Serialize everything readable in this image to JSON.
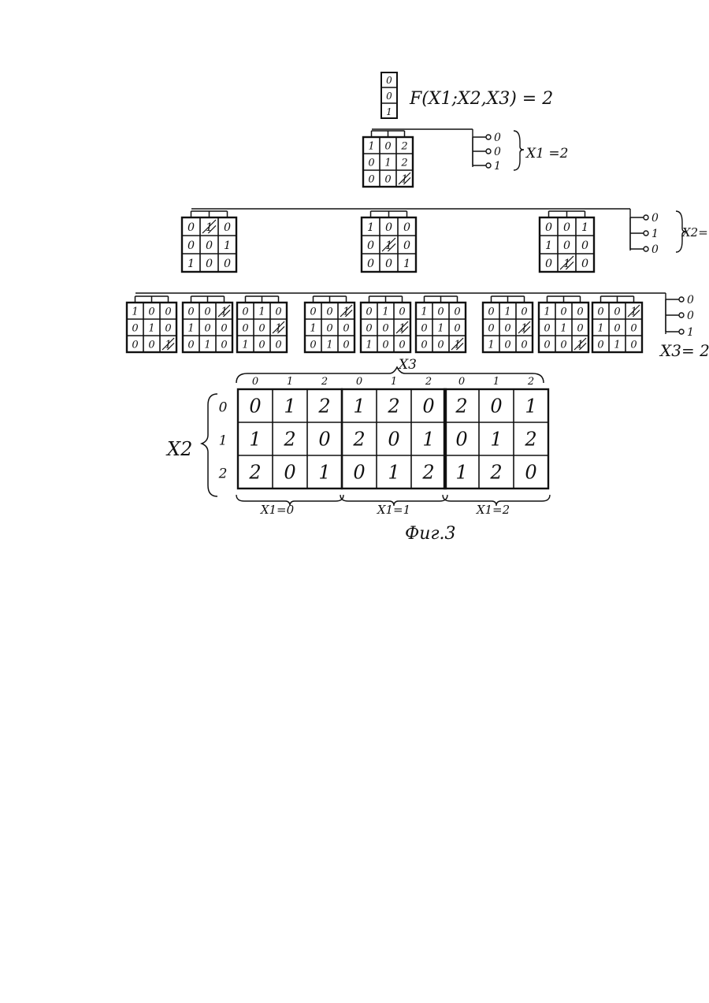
{
  "root": {
    "column": [
      "0",
      "0",
      "1"
    ],
    "formula": "F(X1;X2,X3) = 2"
  },
  "level1": {
    "matrix": [
      [
        "1",
        "0",
        "2"
      ],
      [
        "0",
        "1",
        "2"
      ],
      [
        "0",
        "0",
        "1"
      ]
    ],
    "outputs": [
      "0",
      "0",
      "1"
    ],
    "label": "X1 =2"
  },
  "level2": {
    "matrices": [
      [
        [
          "0",
          "1",
          "0"
        ],
        [
          "0",
          "0",
          "1"
        ],
        [
          "1",
          "0",
          "0"
        ]
      ],
      [
        [
          "1",
          "0",
          "0"
        ],
        [
          "0",
          "1",
          "0"
        ],
        [
          "0",
          "0",
          "1"
        ]
      ],
      [
        [
          "0",
          "0",
          "1"
        ],
        [
          "1",
          "0",
          "0"
        ],
        [
          "0",
          "1",
          "0"
        ]
      ]
    ],
    "outputs": [
      "0",
      "1",
      "0"
    ],
    "label": "X2="
  },
  "level3": {
    "matrices": [
      [
        [
          "1",
          "0",
          "0"
        ],
        [
          "0",
          "1",
          "0"
        ],
        [
          "0",
          "0",
          "1"
        ]
      ],
      [
        [
          "0",
          "0",
          "1"
        ],
        [
          "1",
          "0",
          "0"
        ],
        [
          "0",
          "1",
          "0"
        ]
      ],
      [
        [
          "0",
          "1",
          "0"
        ],
        [
          "0",
          "0",
          "1"
        ],
        [
          "1",
          "0",
          "0"
        ]
      ],
      [
        [
          "0",
          "0",
          "1"
        ],
        [
          "1",
          "0",
          "0"
        ],
        [
          "0",
          "1",
          "0"
        ]
      ],
      [
        [
          "0",
          "1",
          "0"
        ],
        [
          "0",
          "0",
          "1"
        ],
        [
          "1",
          "0",
          "0"
        ]
      ],
      [
        [
          "1",
          "0",
          "0"
        ],
        [
          "0",
          "1",
          "0"
        ],
        [
          "0",
          "0",
          "1"
        ]
      ],
      [
        [
          "0",
          "1",
          "0"
        ],
        [
          "0",
          "0",
          "1"
        ],
        [
          "1",
          "0",
          "0"
        ]
      ],
      [
        [
          "1",
          "0",
          "0"
        ],
        [
          "0",
          "1",
          "0"
        ],
        [
          "0",
          "0",
          "1"
        ]
      ],
      [
        [
          "0",
          "0",
          "1"
        ],
        [
          "1",
          "0",
          "0"
        ],
        [
          "0",
          "1",
          "0"
        ]
      ]
    ],
    "outputs": [
      "0",
      "0",
      "1"
    ],
    "label": "X3= 2"
  },
  "table": {
    "x3_label": "X3",
    "x2_label": "X2",
    "x3_values": [
      "0",
      "1",
      "2"
    ],
    "x2_values": [
      "0",
      "1",
      "2"
    ],
    "blocks": [
      {
        "label": "X1=0",
        "rows": [
          [
            "0",
            "1",
            "2"
          ],
          [
            "1",
            "2",
            "0"
          ],
          [
            "2",
            "0",
            "1"
          ]
        ]
      },
      {
        "label": "X1=1",
        "rows": [
          [
            "1",
            "2",
            "0"
          ],
          [
            "2",
            "0",
            "1"
          ],
          [
            "0",
            "1",
            "2"
          ]
        ]
      },
      {
        "label": "X1=2",
        "rows": [
          [
            "2",
            "0",
            "1"
          ],
          [
            "0",
            "1",
            "2"
          ],
          [
            "1",
            "2",
            "0"
          ]
        ]
      }
    ]
  },
  "caption": "Фиг.3"
}
